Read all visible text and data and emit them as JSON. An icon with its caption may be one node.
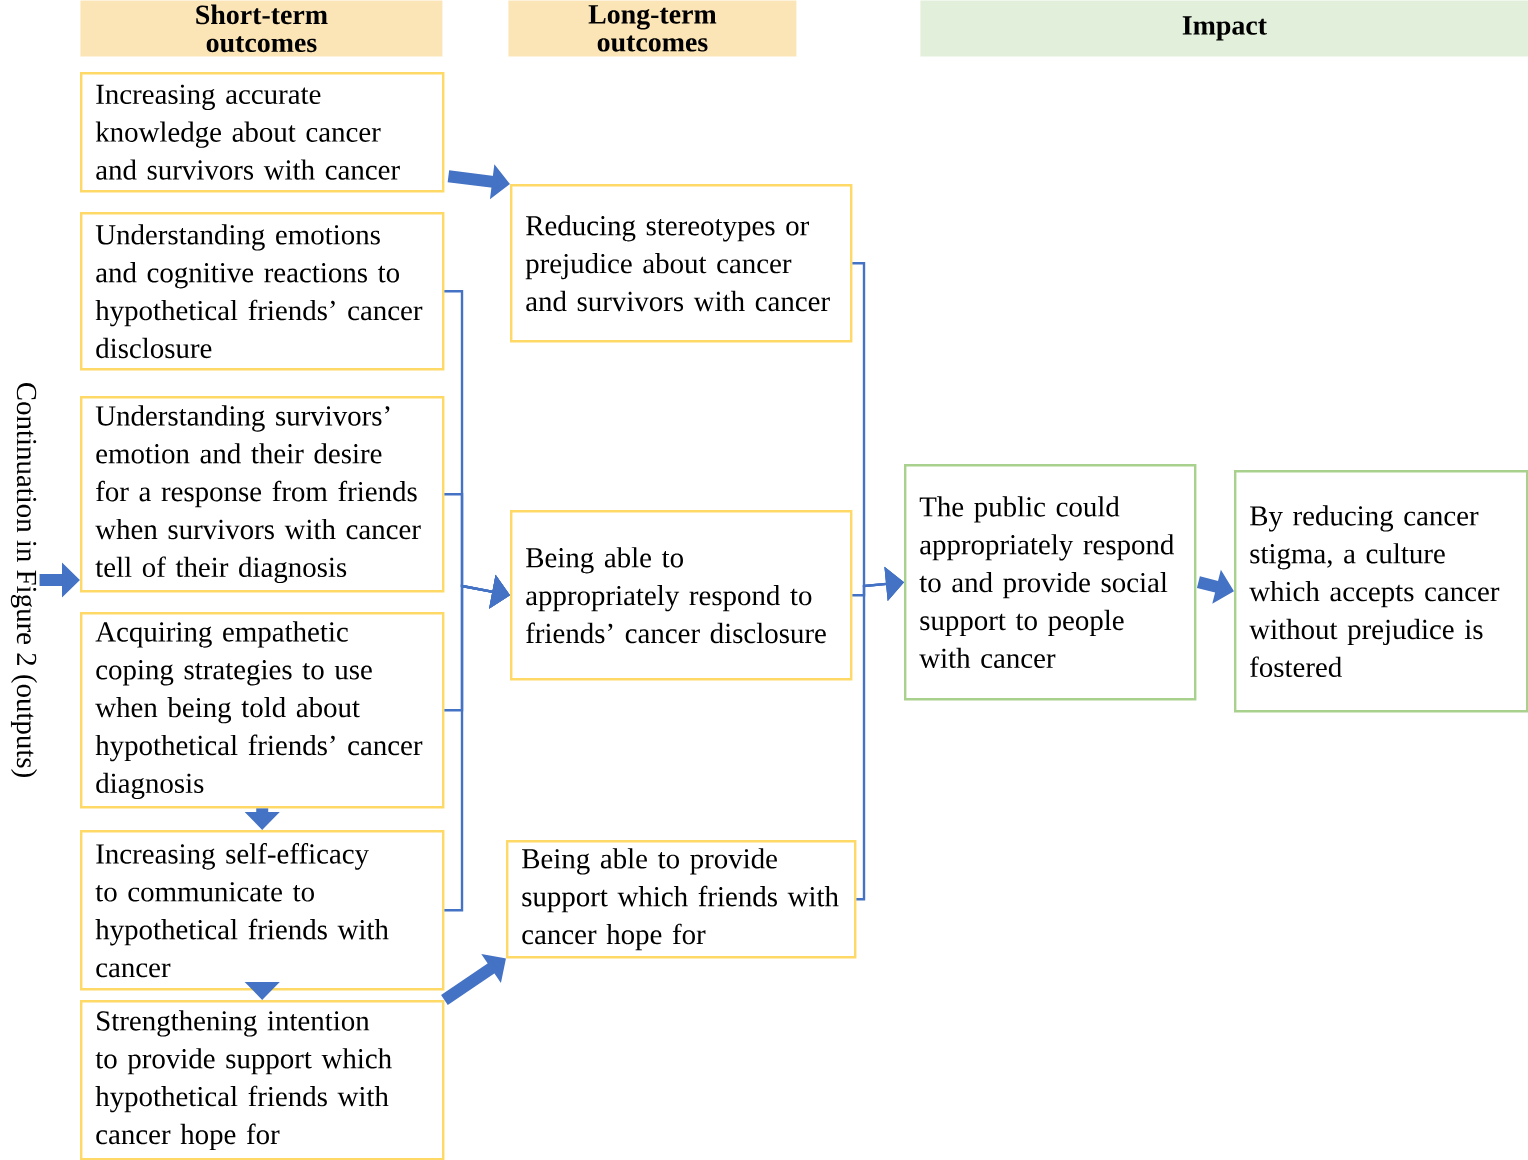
{
  "diagram": {
    "nodes": [
      {
        "text": [
          "Short-term outcomes"
        ]
      },
      {
        "text": [
          "Long-term outcomes"
        ]
      },
      {
        "text": [
          "Impact"
        ]
      },
      {
        "text": [
          "Continuation in Figure 2 (outputs)"
        ]
      },
      {
        "text": [
          "Increasing accurate knowledge about cancer and survivors with cancer"
        ]
      },
      {
        "text": [
          "Understanding emotions and cognitive reactions to hypothetical friends’ cancer disclosure"
        ]
      },
      {
        "text": [
          "Understanding survivors’ emotion and their desire for a response from friends when survivors with cancer tell of their diagnosis"
        ]
      },
      {
        "text": [
          "Acquiring empathetic coping strategies to use when being told about hypothetical friends’ cancer diagnosis"
        ]
      },
      {
        "text": [
          "Increasing self-efficacy to communicate to hypothetical friends with cancer"
        ]
      },
      {
        "text": [
          "Strengthening intention to provide support which hypothetical friends with cancer hope for"
        ]
      },
      {
        "text": [
          "Reducing stereotypes or prejudice about cancer and survivors with cancer"
        ]
      },
      {
        "text": [
          "Being able to appropriately respond to friends’ cancer disclosure"
        ]
      },
      {
        "text": [
          "Being able to provide support which friends with cancer hope for"
        ]
      },
      {
        "text": [
          "The public could appropriately respond to and provide social support to people with cancer"
        ]
      },
      {
        "text": [
          "By reducing cancer stigma, a culture which accepts cancer without prejudice is fostered"
        ]
      }
    ],
    "edges": [
      {
        "from": 3,
        "to": 6,
        "arrow": "to",
        "style": "thick"
      },
      {
        "from": 4,
        "to": 10,
        "arrow": "to",
        "style": "thick"
      },
      {
        "from": 5,
        "to": 11,
        "arrow": "to"
      },
      {
        "from": 6,
        "to": 11,
        "arrow": "to"
      },
      {
        "from": 7,
        "to": 11,
        "arrow": "to"
      },
      {
        "from": 8,
        "to": 11,
        "arrow": "to"
      },
      {
        "from": 7,
        "to": 8,
        "arrow": "to",
        "style": "thick"
      },
      {
        "from": 8,
        "to": 9,
        "arrow": "to",
        "style": "thick"
      },
      {
        "from": 9,
        "to": 12,
        "arrow": "to",
        "style": "thick"
      },
      {
        "from": 10,
        "to": 13,
        "arrow": "to"
      },
      {
        "from": 11,
        "to": 13,
        "arrow": "to"
      },
      {
        "from": 12,
        "to": 13,
        "arrow": "to"
      },
      {
        "from": 13,
        "to": 14,
        "arrow": "to",
        "style": "thick"
      }
    ]
  }
}
